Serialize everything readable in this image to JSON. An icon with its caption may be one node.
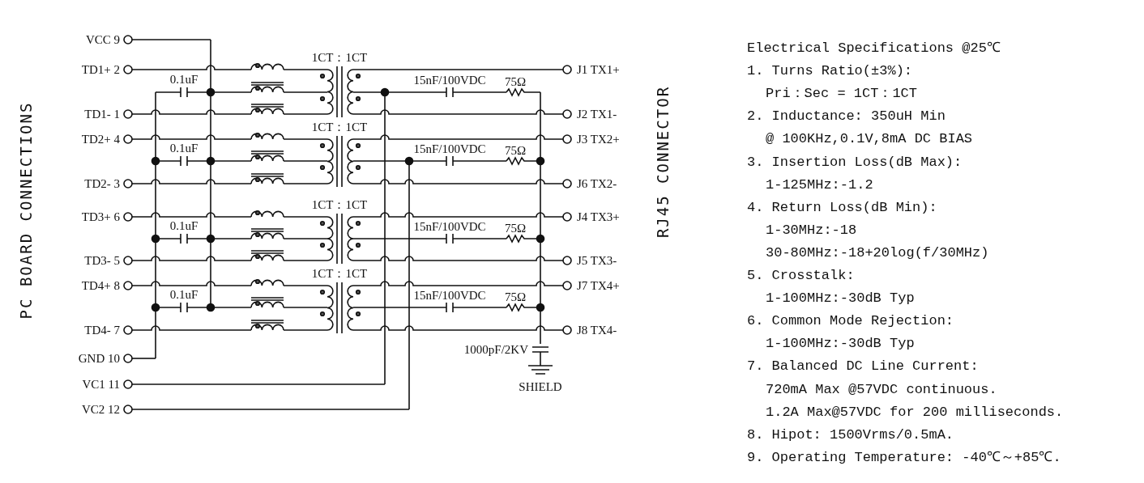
{
  "diagram": {
    "labels": [
      "PC BOARD CONNECTIONS",
      "VCC 9",
      "TD1+ 2",
      "TD1- 1",
      "TD2+ 4",
      "TD2- 3",
      "TD3+ 6",
      "TD3- 5",
      "TD4+ 8",
      "TD4- 7",
      "GND 10",
      "VC1 11",
      "VC2 12",
      "0.1uF",
      "0.1uF",
      "0.1uF",
      "0.1uF",
      "1CT：1CT",
      "1CT：1CT",
      "1CT：1CT",
      "1CT：1CT",
      "15nF/100VDC",
      "75Ω",
      "15nF/100VDC",
      "75Ω",
      "15nF/100VDC",
      "75Ω",
      "15nF/100VDC",
      "75Ω",
      "J1 TX1+",
      "J2 TX1-",
      "J3 TX2+",
      "J6 TX2-",
      "J4 TX3+",
      "J5 TX3-",
      "J7 TX4+",
      "J8 TX4-",
      "1000pF/2KV",
      "SHIELD",
      "RJ45 CONNECTOR",
      "Electrical Specifications @25℃",
      "1. Turns Ratio(±3%):",
      "Pri：Sec = 1CT：1CT",
      "2. Inductance: 350uH Min",
      "@ 100KHz,0.1V,8mA DC BIAS",
      "3. Insertion Loss(dB Max):",
      "1-125MHz:-1.2",
      "4. Return Loss(dB Min):",
      "1-30MHz:-18",
      "30-80MHz:-18+20log(f/30MHz)",
      "5. Crosstalk:",
      "1-100MHz:-30dB Typ",
      "6. Common Mode Rejection:",
      "1-100MHz:-30dB Typ",
      "7. Balanced DC Line Current:",
      "720mA Max @57VDC continuous.",
      "1.2A Max@57VDC for 200 milliseconds.",
      "8. Hipot: 1500Vrms/0.5mA.",
      "9. Operating Temperature: -40℃～+85℃."
    ]
  }
}
